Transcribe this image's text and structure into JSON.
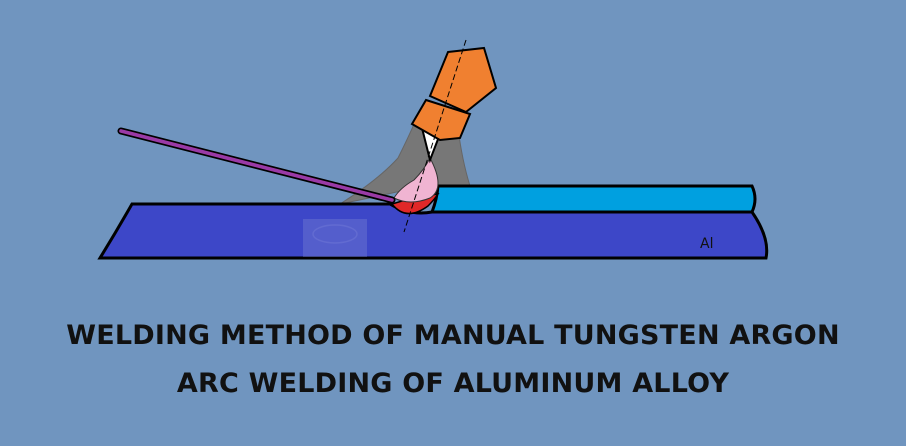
{
  "diagram": {
    "material_label": "Al",
    "caption_line_1": "WELDING METHOD OF MANUAL TUNGSTEN ARGON",
    "caption_line_2": "ARC WELDING OF ALUMINUM ALLOY"
  },
  "colors": {
    "background": "#7095bf",
    "base_plate": "#3d47c8",
    "top_plate": "#00a0e0",
    "torch_nozzle": "#f08030",
    "filler_rod": "#9a3aa6",
    "arc": "#f0b4d2",
    "weld_pool": "#e02828",
    "shielding_gas": "#777777"
  }
}
